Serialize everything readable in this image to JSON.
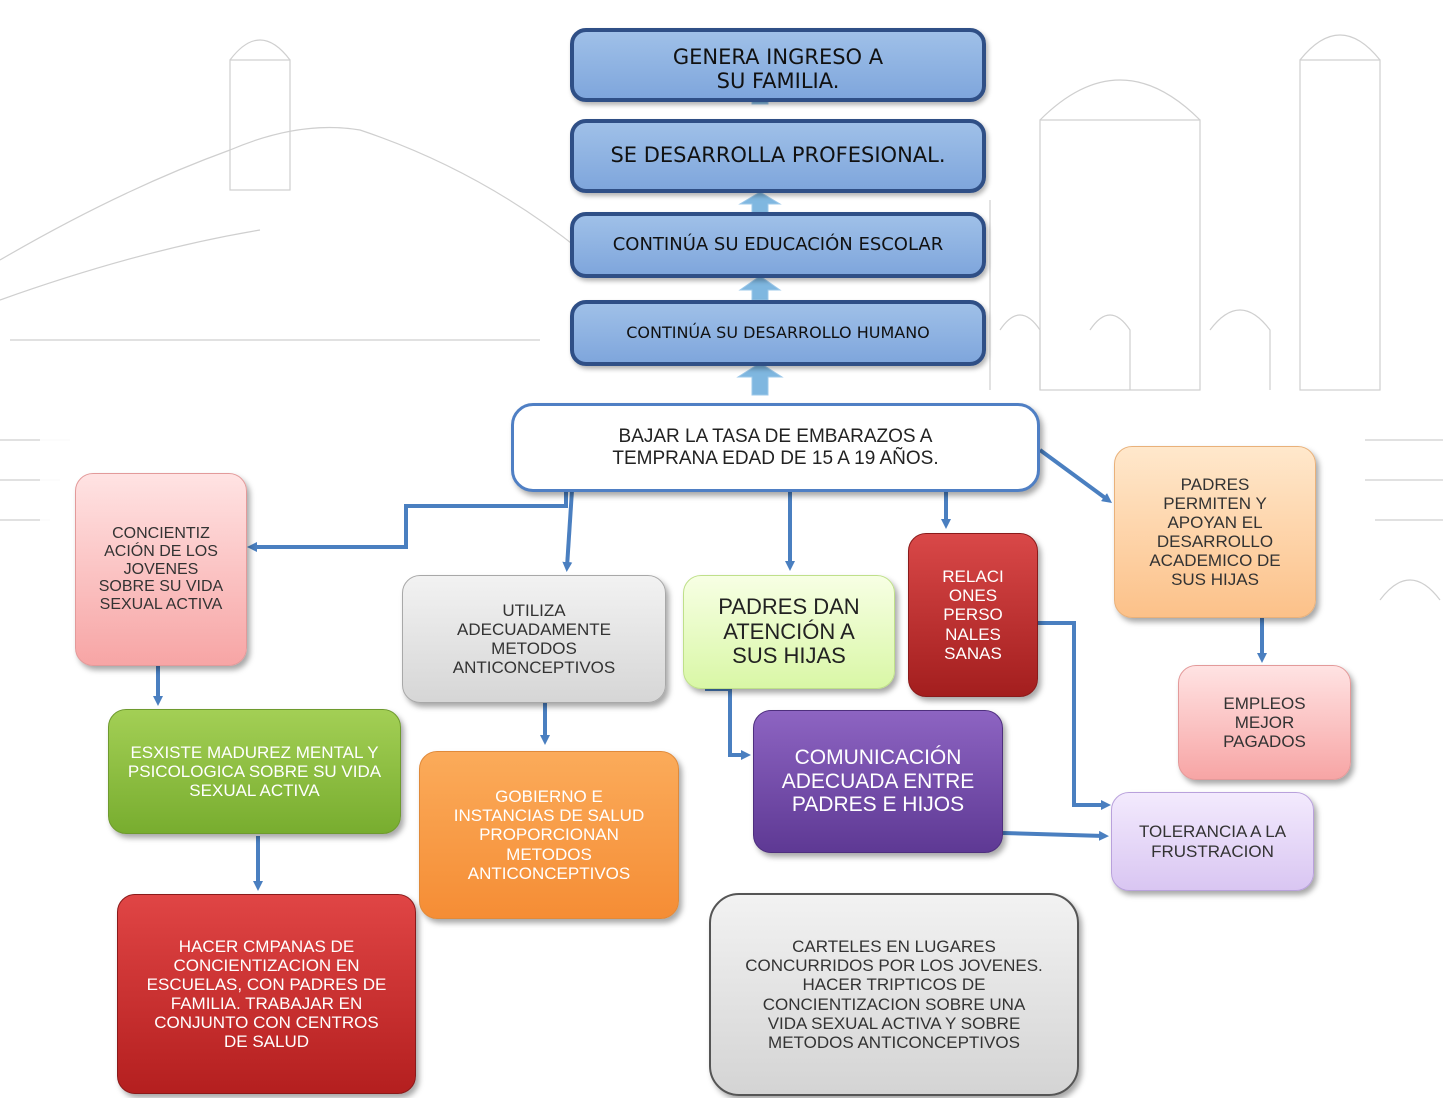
{
  "colors": {
    "arrow": "#4a7fc0",
    "top_box_fill": "#8fb3e2",
    "top_box_border": "#2f4f86",
    "up_arrow": "#7fb7e0"
  },
  "ladder": [
    {
      "text": "GENERA INGRESO A SU FAMILIA."
    },
    {
      "text": "SE DESARROLLA PROFESIONAL."
    },
    {
      "text": "CONTINÚA SU EDUCACIÓN ESCOLAR"
    },
    {
      "text": "CONTINÚA SU DESARROLLO HUMANO"
    }
  ],
  "root": {
    "text": "BAJAR LA TASA DE EMBARAZOS A TEMPRANA  EDAD DE 15 A 19 AÑOS."
  },
  "branches": {
    "concientizacion": "CONCIENTIZ ACIÓN DE LOS JOVENES SOBRE SU VIDA SEXUAL ACTIVA",
    "madurez": "ESXISTE MADUREZ MENTAL Y PSICOLOGICA SOBRE SU VIDA SEXUAL ACTIVA",
    "campanas": "HACER CMPANAS DE CONCIENTIZACION EN ESCUELAS, CON PADRES DE FAMILIA. TRABAJAR EN CONJUNTO CON CENTROS DE SALUD",
    "anticonceptivos": "UTILIZA ADECUADAMENTE METODOS ANTICONCEPTIVOS",
    "gobierno": "GOBIERNO E INSTANCIAS DE SALUD PROPORCIONAN METODOS ANTICONCEPTIVOS",
    "atencion": "PADRES DAN ATENCIÓN A SUS HIJAS",
    "comunicacion": "COMUNICACIÓN ADECUADA ENTRE PADRES E HIJOS",
    "carteles": "CARTELES EN LUGARES CONCURRIDOS POR LOS JOVENES. HACER TRIPTICOS DE CONCIENTIZACION SOBRE UNA VIDA SEXUAL ACTIVA Y SOBRE METODOS ANTICONCEPTIVOS",
    "relaciones": "RELACI ONES PERSO NALES SANAS",
    "tolerancia": "TOLERANCIA A LA FRUSTRACION",
    "apoyo": "PADRES PERMITEN Y APOYAN EL DESARROLLO ACADEMICO DE SUS HIJAS",
    "empleos": "EMPLEOS MEJOR PAGADOS"
  }
}
